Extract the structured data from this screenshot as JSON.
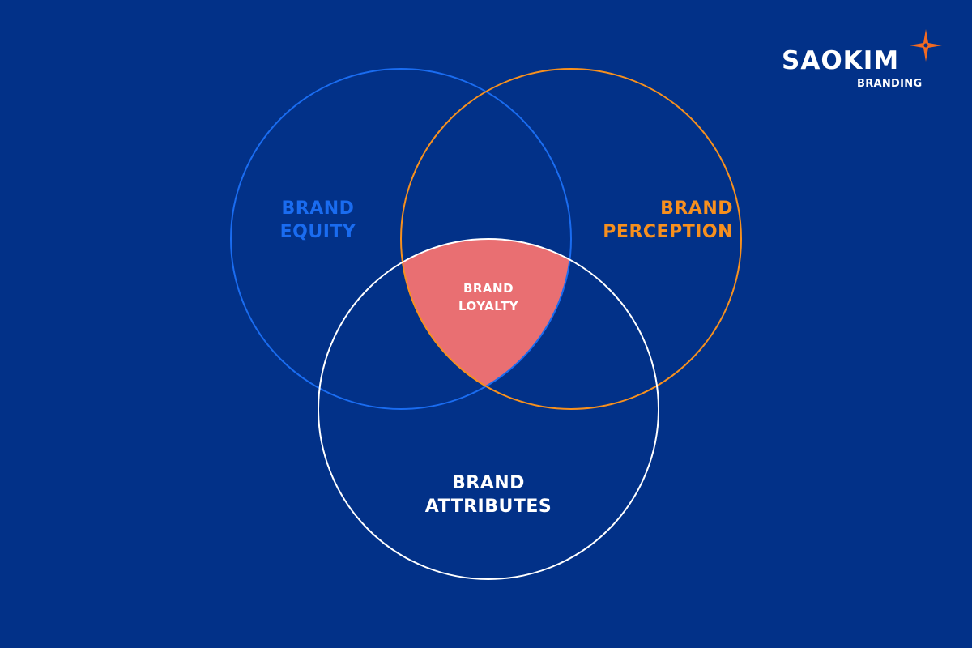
{
  "logo": {
    "name": "SAOKIM",
    "sub": "BRANDING"
  },
  "circles": {
    "equity": {
      "line1": "BRAND",
      "line2": "EQUITY",
      "color": "#1a6cf0"
    },
    "perception": {
      "line1": "BRAND",
      "line2": "PERCEPTION",
      "color": "#f7901e"
    },
    "attributes": {
      "line1": "BRAND",
      "line2": "ATTRIBUTES",
      "color": "#ffffff"
    }
  },
  "center": {
    "line1": "BRAND",
    "line2": "LOYALTY",
    "color": "#e96f72"
  }
}
